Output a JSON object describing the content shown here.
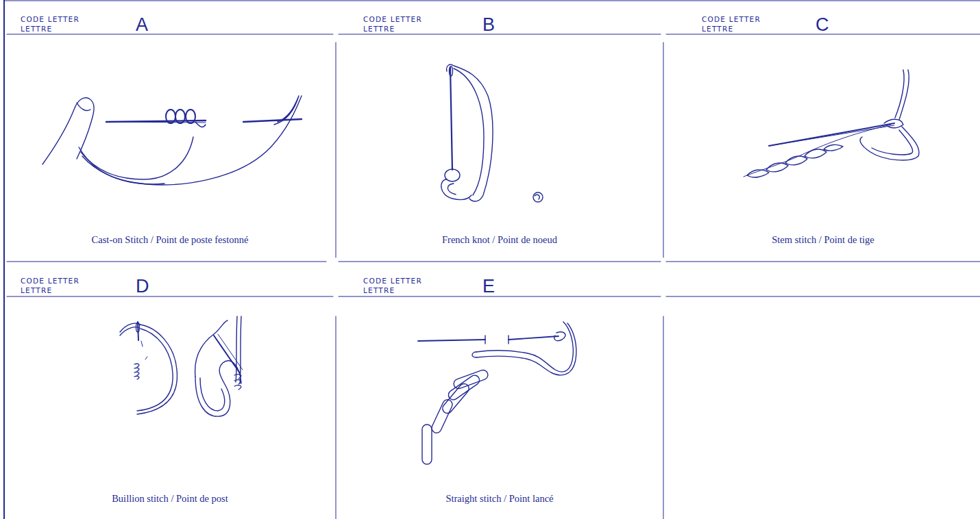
{
  "diagram": {
    "nodes": [
      {
        "text": [
          "CODE LETTER",
          "LETTRE",
          "A",
          "Cast-on Stitch / Point de poste festonné"
        ]
      },
      {
        "text": [
          "CODE LETTER",
          "LETTRE",
          "B",
          "French knot / Point de noeud"
        ]
      },
      {
        "text": [
          "CODE LETTER",
          "LETTRE",
          "C",
          "Stem stitch / Point de tige"
        ]
      },
      {
        "text": [
          "CODE LETTER",
          "LETTRE",
          "D",
          "Buillion stitch / Point de post"
        ]
      },
      {
        "text": [
          "CODE LETTER",
          "LETTRE",
          "E",
          "Straight stitch / Point lancé"
        ]
      }
    ]
  }
}
